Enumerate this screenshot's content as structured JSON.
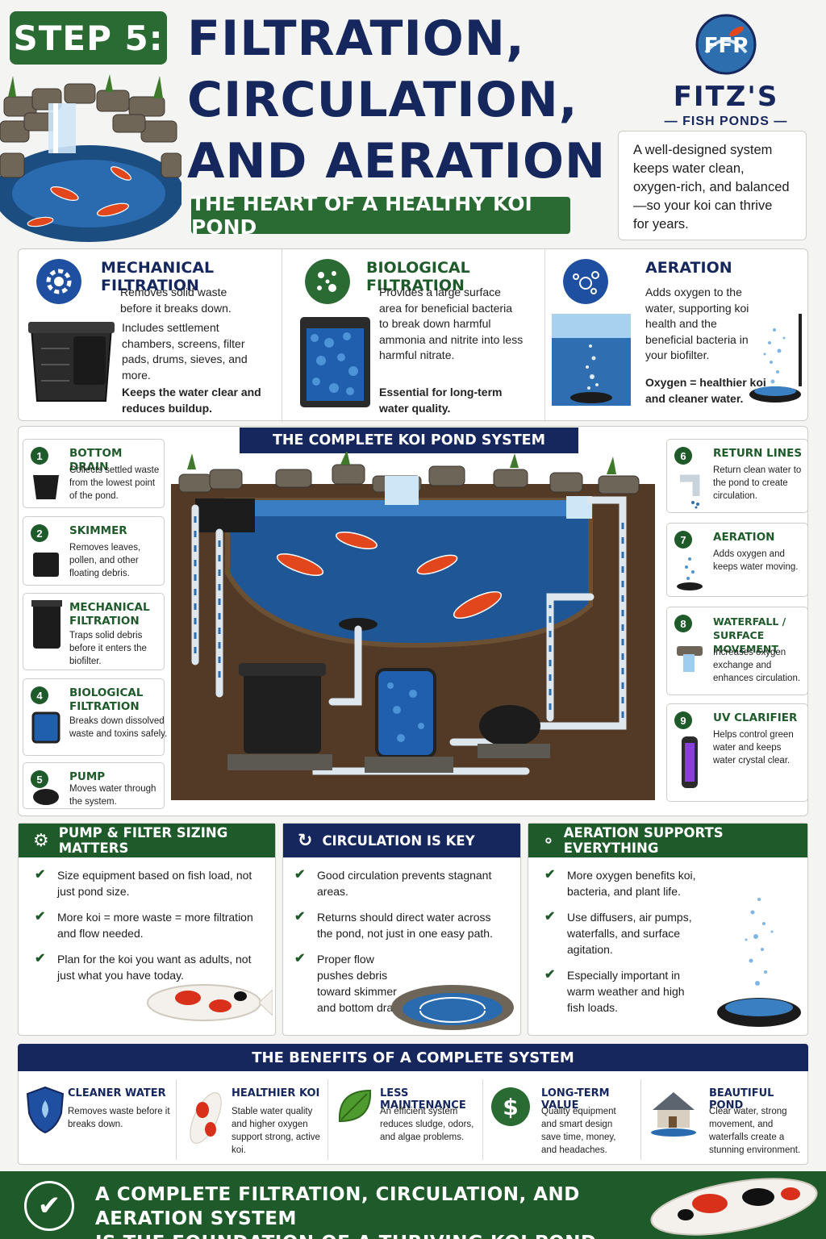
{
  "header": {
    "step_label": "STEP 5:",
    "title_line1": "FILTRATION,",
    "title_line2": "CIRCULATION,",
    "title_line3": "AND AERATION",
    "subtitle": "THE HEART OF A HEALTHY KOI POND",
    "logo_monogram": "FFP",
    "logo_name": "FITZ'S",
    "logo_sub": "FISH PONDS",
    "intro": "A well-designed system keeps water clean, oxygen-rich, and balanced—so your koi can thrive for years."
  },
  "filtration_panels": [
    {
      "title": "MECHANICAL FILTRATION",
      "para1": "Removes solid waste before it breaks down.",
      "para2": "Includes settlement chambers, screens, filter pads, drums, sieves, and more.",
      "para3": "Keeps the water clear and reduces buildup.",
      "icon": "gear-icon"
    },
    {
      "title": "BIOLOGICAL FILTRATION",
      "para1": "Provides a large surface area for beneficial bacteria to break down harmful ammonia and nitrite into less harmful nitrate.",
      "para2": "Essential for long-term water quality.",
      "icon": "bacteria-icon"
    },
    {
      "title": "AERATION",
      "para1": "Adds oxygen to the water, supporting koi health and the beneficial bacteria in your biofilter.",
      "para2": "Oxygen = healthier koi and cleaner water.",
      "icon": "bubbles-icon"
    }
  ],
  "system": {
    "title": "THE COMPLETE KOI POND SYSTEM",
    "components": [
      {
        "num": "1",
        "title": "BOTTOM DRAIN",
        "text": "Collects settled waste from the lowest point of the pond."
      },
      {
        "num": "2",
        "title": "SKIMMER",
        "text": "Removes leaves, pollen, and other floating debris."
      },
      {
        "num": "3",
        "title": "MECHANICAL FILTRATION",
        "text": "Traps solid debris before it enters the biofilter."
      },
      {
        "num": "4",
        "title": "BIOLOGICAL FILTRATION",
        "text": "Breaks down dissolved waste and toxins safely."
      },
      {
        "num": "5",
        "title": "PUMP",
        "text": "Moves water through the system."
      },
      {
        "num": "6",
        "title": "RETURN LINES",
        "text": "Return clean water to the pond to create circulation."
      },
      {
        "num": "7",
        "title": "AERATION",
        "text": "Adds oxygen and keeps water moving."
      },
      {
        "num": "8",
        "title": "WATERFALL / SURFACE MOVEMENT",
        "text": "Increases oxygen exchange and enhances circulation."
      },
      {
        "num": "9",
        "title": "UV CLARIFIER",
        "text": "Helps control green water and keeps water crystal clear."
      }
    ]
  },
  "tips": [
    {
      "title": "PUMP & FILTER SIZING MATTERS",
      "color": "#1f5a2a",
      "items": [
        "Size equipment based on fish load, not just pond size.",
        "More koi = more waste = more filtration and flow needed.",
        "Plan for the koi you want as adults, not just what you have today."
      ]
    },
    {
      "title": "CIRCULATION IS KEY",
      "color": "#16275e",
      "items": [
        "Good circulation prevents stagnant areas.",
        "Returns should direct water across the pond, not just in one easy path.",
        "Proper flow pushes debris toward skimmer and bottom drain."
      ]
    },
    {
      "title": "AERATION SUPPORTS EVERYTHING",
      "color": "#1f5a2a",
      "items": [
        "More oxygen benefits koi, bacteria, and plant life.",
        "Use diffusers, air pumps, waterfalls, and surface agitation.",
        "Especially important in warm weather and high fish loads."
      ]
    }
  ],
  "benefits": {
    "title": "THE BENEFITS OF A COMPLETE SYSTEM",
    "items": [
      {
        "title": "CLEANER WATER",
        "text": "Removes waste before it breaks down.",
        "icon": "shield-icon"
      },
      {
        "title": "HEALTHIER KOI",
        "text": "Stable water quality and higher oxygen support strong, active koi.",
        "icon": "koi-icon"
      },
      {
        "title": "LESS MAINTENANCE",
        "text": "An efficient system reduces sludge, odors, and algae problems.",
        "icon": "leaf-icon"
      },
      {
        "title": "LONG-TERM VALUE",
        "text": "Quality equipment and smart design save time, money, and headaches.",
        "icon": "dollar-icon"
      },
      {
        "title": "BEAUTIFUL POND",
        "text": "Clear water, strong movement, and waterfalls create a stunning environment.",
        "icon": "house-icon"
      }
    ]
  },
  "footer": {
    "line1": "A COMPLETE FILTRATION, CIRCULATION, AND AERATION SYSTEM",
    "line2": "IS THE FOUNDATION OF A THRIVING KOI POND."
  },
  "colors": {
    "navy": "#16275e",
    "green": "#1f5a2a",
    "water": "#2d6fae",
    "koi_orange": "#e2461c"
  }
}
